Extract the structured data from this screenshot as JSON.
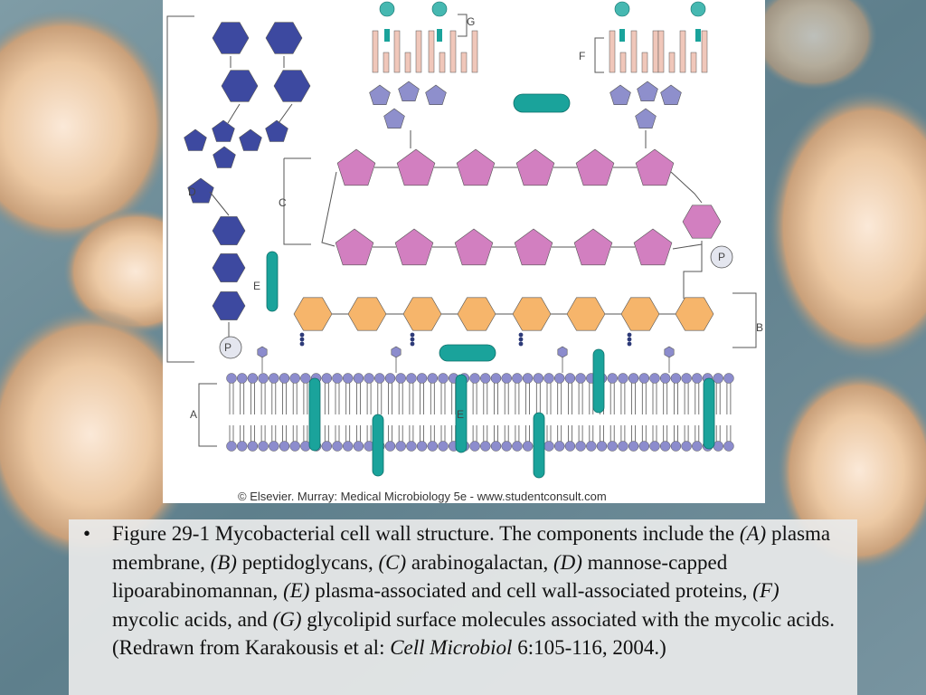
{
  "figure": {
    "labels": {
      "a": "A",
      "b": "B",
      "c": "C",
      "d": "D",
      "e": "E",
      "f": "F",
      "g": "G",
      "p": "P"
    },
    "copyright": "© Elsevier. Murray: Medical Microbiology 5e - www.studentconsult.com"
  },
  "caption": {
    "bullet": "•",
    "p1": "Figure 29-1 Mycobacterial cell wall structure. The components include the ",
    "a": "(A)",
    "p2": " plasma membrane, ",
    "b": "(B)",
    "p3": " peptidoglycans, ",
    "c": "(C)",
    "p4": " arabinogalactan, ",
    "d": "(D)",
    "p5": " mannose-capped lipoarabinomannan, ",
    "e": "(E)",
    "p6": " plasma-associated and cell wall-associated proteins, ",
    "f": "(F)",
    "p7": " mycolic acids, and ",
    "g": "(G)",
    "p8": " glycolipid surface molecules associated with the mycolic acids. (Redrawn from Karakousis et al: ",
    "journal": "Cell Microbiol",
    "p9": " 6:105-116, 2004.)"
  },
  "colors": {
    "mannose": "#3d49a0",
    "arabinose": "#d27fc0",
    "peptidoglycan": "#f6b56b",
    "mycolic_sugar": "#8e8fcc",
    "lipid": "#f0c7ba",
    "protein": "#1aa39b",
    "membrane_head": "#8c8ccd",
    "phosphate": "#e4e6ef"
  }
}
